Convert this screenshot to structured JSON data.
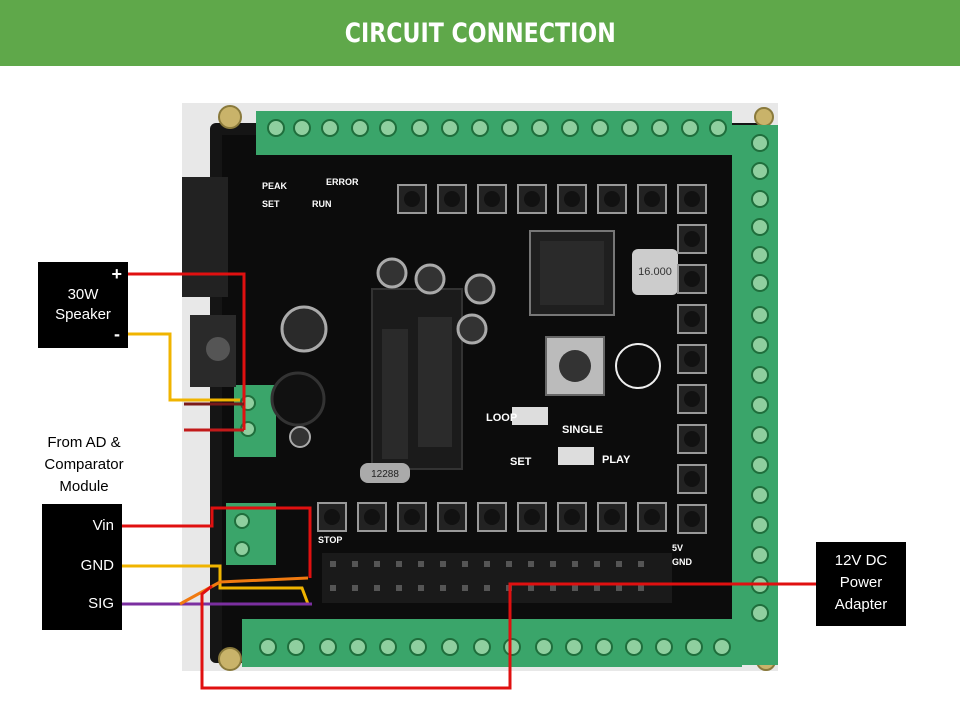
{
  "header": {
    "title": "CIRCUIT CONNECTION"
  },
  "speaker_box": {
    "line1": "30W",
    "line2": "Speaker",
    "plus": "+",
    "minus": "-"
  },
  "module_caption": {
    "line1": "From AD &",
    "line2": "Comparator",
    "line3": "Module"
  },
  "module_box": {
    "vin": "Vin",
    "gnd": "GND",
    "sig": "SIG"
  },
  "power_box": {
    "line1": "12V DC",
    "line2": "Power",
    "line3": "Adapter"
  },
  "board": {
    "crystal": "16.000",
    "crystal2": "12288",
    "labels": [
      "LOOP",
      "SINGLE",
      "SET",
      "PLAY",
      "ERROR",
      "PEAK",
      "RUN",
      "SET",
      "STOP",
      "GND",
      "5V"
    ]
  },
  "colors": {
    "header": "#5fa84a",
    "wire_red": "#e01010",
    "wire_yellow": "#f0b400",
    "wire_purple": "#7b2fa0",
    "wire_orange": "#f07a10",
    "terminal_green": "#3aa56a",
    "pcb_black": "#111111"
  }
}
